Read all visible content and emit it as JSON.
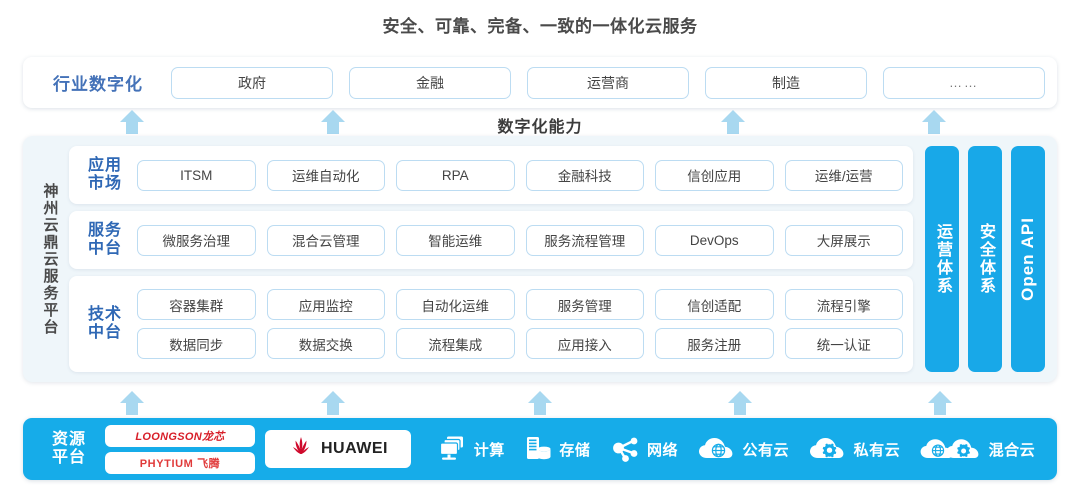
{
  "title": "安全、可靠、完备、一致的一体化云服务",
  "industry_row": {
    "label": "行业数字化",
    "items": [
      "政府",
      "金融",
      "运营商",
      "制造",
      "……"
    ]
  },
  "capability_label": "数字化能力",
  "platform": {
    "side_label": "神州云鼎云服务平台",
    "bands": [
      {
        "label": "应用\n市场",
        "label_line1": "应用",
        "label_line2": "市场",
        "rows": [
          [
            "ITSM",
            "运维自动化",
            "RPA",
            "金融科技",
            "信创应用",
            "运维/运营"
          ]
        ]
      },
      {
        "label_line1": "服务",
        "label_line2": "中台",
        "rows": [
          [
            "微服务治理",
            "混合云管理",
            "智能运维",
            "服务流程管理",
            "DevOps",
            "大屏展示"
          ]
        ]
      },
      {
        "label_line1": "技术",
        "label_line2": "中台",
        "rows": [
          [
            "容器集群",
            "应用监控",
            "自动化运维",
            "服务管理",
            "信创适配",
            "流程引擎"
          ],
          [
            "数据同步",
            "数据交换",
            "流程集成",
            "应用接入",
            "服务注册",
            "统一认证"
          ]
        ]
      }
    ],
    "vertical_bars": [
      {
        "text": "运营体系",
        "lang": "cn"
      },
      {
        "text": "安全体系",
        "lang": "cn"
      },
      {
        "text": "Open API",
        "lang": "en"
      }
    ]
  },
  "resource": {
    "label_line1": "资源",
    "label_line2": "平台",
    "logos": [
      {
        "name": "loongson",
        "text": "LOONGSON龙芯"
      },
      {
        "name": "phytium",
        "text": "PHYTIUM 飞腾"
      },
      {
        "name": "huawei",
        "text": "HUAWEI"
      }
    ],
    "items": [
      {
        "icon": "compute-icon",
        "label": "计算"
      },
      {
        "icon": "storage-icon",
        "label": "存储"
      },
      {
        "icon": "network-icon",
        "label": "网络"
      },
      {
        "icon": "public-cloud-icon",
        "label": "公有云"
      },
      {
        "icon": "private-cloud-icon",
        "label": "私有云"
      },
      {
        "icon": "hybrid-cloud-icon",
        "label": "混合云"
      }
    ]
  },
  "arrows": {
    "upper": [
      132,
      333,
      733,
      934
    ],
    "lower": [
      132,
      333,
      540,
      740,
      940
    ]
  },
  "colors": {
    "accent_blue": "#16ace9",
    "label_blue": "#2f68b5",
    "industry_label_blue": "#4472b8",
    "panel_bg": "#eff6fa",
    "pill_border": "#bcdcf2",
    "logo_red": "#d8202a"
  }
}
